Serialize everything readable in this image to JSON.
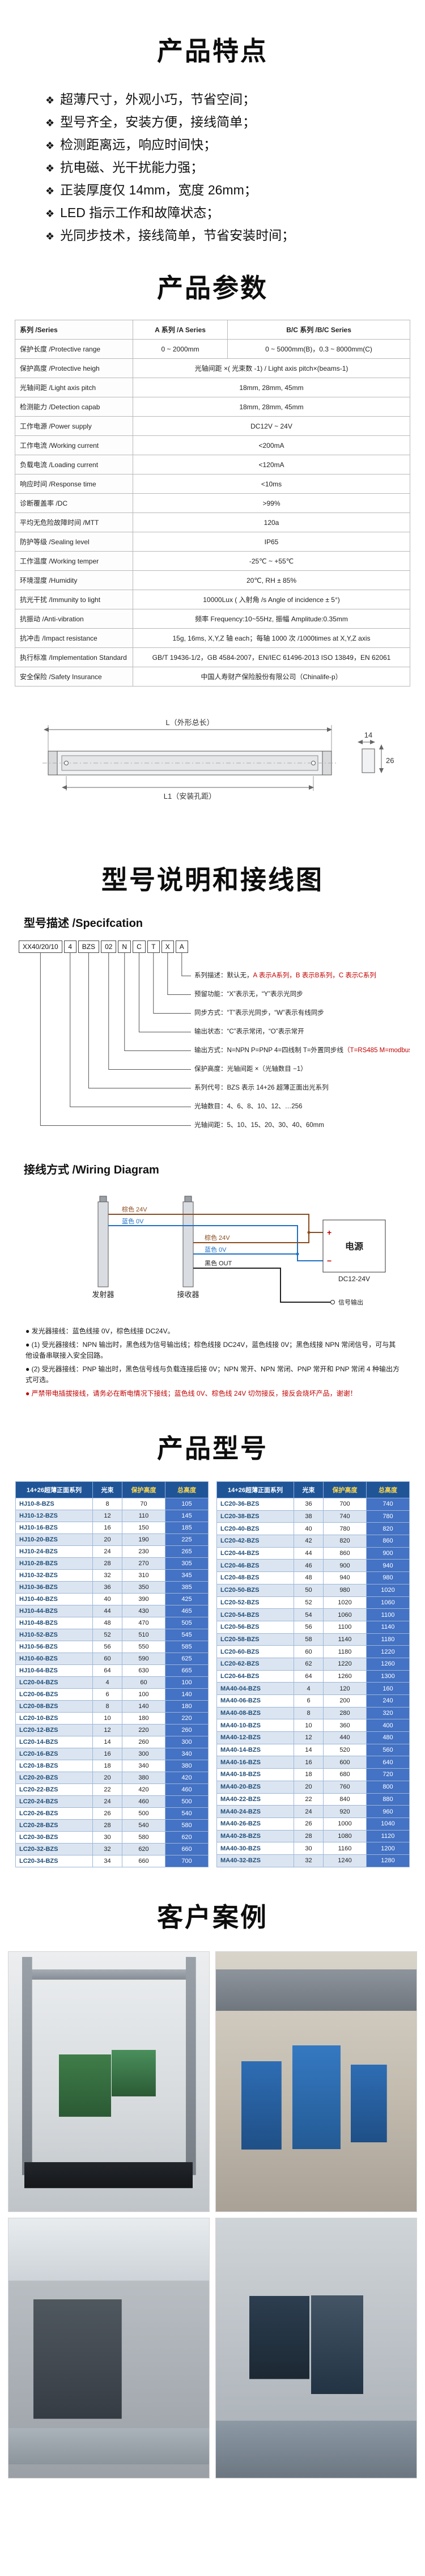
{
  "colors": {
    "accent_blue": "#2e75b6",
    "table_header_blue": "#1f5597",
    "cell_blue": "#4472c4",
    "row_alt_blue": "#dbe5f1",
    "warning_red": "#c00000",
    "header_yellow": "#ffd94d",
    "wire_brown": "#8a4b1e",
    "wire_blue": "#1f6fc4"
  },
  "features": {
    "title": "产品特点",
    "bullet": "❖",
    "items": [
      "超薄尺寸，外观小巧，节省空间；",
      "型号齐全，安装方便，接线简单；",
      "检测距离远，响应时间快；",
      "抗电磁、光干扰能力强；",
      "正装厚度仅 14mm，宽度 26mm；",
      "LED 指示工作和故障状态；",
      "光同步技术，接线简单，节省安装时间；"
    ]
  },
  "parameters": {
    "title": "产品参数",
    "rows": [
      [
        "系列 /Series",
        "A 系列 /A Series",
        "B/C 系列 /B/C Series"
      ],
      [
        "保护长度 /Protective range",
        "0 ~ 2000mm",
        "0 ~ 5000mm(B)，0.3 ~ 8000mm(C)"
      ],
      [
        "保护高度 /Protective heigh",
        "光轴间距 ×( 光束数 -1) / Light axis pitch×(beams-1)",
        ""
      ],
      [
        "光轴间距 /Light axis pitch",
        "18mm, 28mm, 45mm",
        ""
      ],
      [
        "检测能力 /Detection capab",
        "18mm, 28mm, 45mm",
        ""
      ],
      [
        "工作电源 /Power supply",
        "DC12V ~ 24V",
        ""
      ],
      [
        "工作电流 /Working current",
        "<200mA",
        ""
      ],
      [
        "负载电流 /Loading current",
        "<120mA",
        ""
      ],
      [
        "响应时间 /Response time",
        "<10ms",
        ""
      ],
      [
        "诊断覆盖率 /DC",
        ">99%",
        ""
      ],
      [
        "平均无危险故障时间 /MTT",
        "120a",
        ""
      ],
      [
        "防护等级 /Sealing level",
        "IP65",
        ""
      ],
      [
        "工作温度 /Working temper",
        "-25℃ ~ +55℃",
        ""
      ],
      [
        "环境湿度 /Humidity",
        "20℃, RH ± 85%",
        ""
      ],
      [
        "抗光干扰 /Immunity to light",
        "10000Lux ( 入射角 /s Angle of incidence ± 5°)",
        ""
      ],
      [
        "抗振动 /Anti-vibration",
        "频率 Frequency:10~55Hz, 振幅 Amplitude:0.35mm",
        ""
      ],
      [
        "抗冲击 /Impact resistance",
        "15g, 16ms, X,Y,Z 轴 each；每轴 1000 次 /1000times at X,Y,Z axis",
        ""
      ],
      [
        "执行标准 /Implementation Standard",
        "GB/T 19436-1/2，GB 4584-2007，EN/IEC 61496-2013 ISO 13849，EN 62061",
        ""
      ],
      [
        "安全保险 /Safety Insurance",
        "中国人寿财产保险股份有限公司（Chinalife-p）",
        ""
      ]
    ]
  },
  "drawing": {
    "length_label": "L（外形总长）",
    "hole_label": "L1（安装孔距）",
    "depth_label": "14",
    "width_label": "26"
  },
  "model_section": {
    "title": "型号说明和接线图",
    "spec_label": "型号描述 /Specifcation",
    "code_boxes": [
      "XX40/20/10",
      "4",
      "BZS",
      "02",
      "N",
      "C",
      "T",
      "X",
      "A"
    ],
    "annotations": [
      {
        "segs": [
          {
            "t": "系列描述：默认无，"
          },
          {
            "t": "A 表示A系列，B 表示B系列，C 表示C系列",
            "c": "r"
          }
        ]
      },
      {
        "segs": [
          {
            "t": "预留功能：“X”表示无，“Y”表示光同步"
          }
        ]
      },
      {
        "segs": [
          {
            "t": "同步方式：“T”表示光同步，“W”表示有线同步"
          }
        ]
      },
      {
        "segs": [
          {
            "t": "输出状态：“C”表示常闭，“O”表示常开"
          }
        ]
      },
      {
        "segs": [
          {
            "t": "输出方式：N=NPN  P=PNP  4=四线制  T=外置同步线"
          },
          {
            "t": "（T=RS485 M=modbus L=4-20mA（量程可选））",
            "c": "r"
          }
        ]
      },
      {
        "segs": [
          {
            "t": "保护高度：光轴间距 ×（光轴数目 −1）"
          }
        ]
      },
      {
        "segs": [
          {
            "t": "系列代号：BZS 表示 14+26 超薄正面出光系列"
          }
        ]
      },
      {
        "segs": [
          {
            "t": "光轴数目：4、6、8、10、12、…256"
          }
        ]
      },
      {
        "segs": [
          {
            "t": "光轴间距：5、10、15、20、30、40、60mm"
          }
        ]
      }
    ],
    "wiring_label": "接线方式 /Wiring Diagram",
    "wiring": {
      "tx": "发射器",
      "rx": "接收器",
      "power": "电源",
      "plus": "+",
      "minus": "−",
      "volt": "DC12-24V",
      "brown": "棕色 24V",
      "blue": "蓝色 0V",
      "black": "黑色 OUT",
      "out": "信号输出"
    },
    "notes": [
      {
        "text": "● 发光器接线：蓝色线接 0V，棕色线接 DC24V。",
        "red": false
      },
      {
        "text": "● (1) 受光器接线：NPN 输出时，黑色线为信号输出线；棕色线接 DC24V，蓝色线接 0V；黑色线接 NPN 常闭信号，可与其他设备串联接入安全回路。",
        "red": false
      },
      {
        "text": "● (2) 受光器接线：PNP 输出时，黑色信号线与负载连接后接 0V；NPN 常开、NPN 常闭、PNP 常开和 PNP 常闭 4 种输出方式可选。",
        "red": false
      },
      {
        "text": "● 严禁带电插拔接线，请务必在断电情况下接线；蓝色线 0V、棕色线 24V 切勿接反，接反会烧坏产品，谢谢！",
        "red": true
      }
    ]
  },
  "models": {
    "title": "产品型号",
    "header": [
      "14+26超薄正面系列",
      "光束",
      "保护高度",
      "总高度"
    ],
    "left_rows": [
      [
        "HJ10-8-BZS",
        "8",
        "70",
        "105"
      ],
      [
        "HJ10-12-BZS",
        "12",
        "110",
        "145"
      ],
      [
        "HJ10-16-BZS",
        "16",
        "150",
        "185"
      ],
      [
        "HJ10-20-BZS",
        "20",
        "190",
        "225"
      ],
      [
        "HJ10-24-BZS",
        "24",
        "230",
        "265"
      ],
      [
        "HJ10-28-BZS",
        "28",
        "270",
        "305"
      ],
      [
        "HJ10-32-BZS",
        "32",
        "310",
        "345"
      ],
      [
        "HJ10-36-BZS",
        "36",
        "350",
        "385"
      ],
      [
        "HJ10-40-BZS",
        "40",
        "390",
        "425"
      ],
      [
        "HJ10-44-BZS",
        "44",
        "430",
        "465"
      ],
      [
        "HJ10-48-BZS",
        "48",
        "470",
        "505"
      ],
      [
        "HJ10-52-BZS",
        "52",
        "510",
        "545"
      ],
      [
        "HJ10-56-BZS",
        "56",
        "550",
        "585"
      ],
      [
        "HJ10-60-BZS",
        "60",
        "590",
        "625"
      ],
      [
        "HJ10-64-BZS",
        "64",
        "630",
        "665"
      ],
      [
        "LC20-04-BZS",
        "4",
        "60",
        "100"
      ],
      [
        "LC20-06-BZS",
        "6",
        "100",
        "140"
      ],
      [
        "LC20-08-BZS",
        "8",
        "140",
        "180"
      ],
      [
        "LC20-10-BZS",
        "10",
        "180",
        "220"
      ],
      [
        "LC20-12-BZS",
        "12",
        "220",
        "260"
      ],
      [
        "LC20-14-BZS",
        "14",
        "260",
        "300"
      ],
      [
        "LC20-16-BZS",
        "16",
        "300",
        "340"
      ],
      [
        "LC20-18-BZS",
        "18",
        "340",
        "380"
      ],
      [
        "LC20-20-BZS",
        "20",
        "380",
        "420"
      ],
      [
        "LC20-22-BZS",
        "22",
        "420",
        "460"
      ],
      [
        "LC20-24-BZS",
        "24",
        "460",
        "500"
      ],
      [
        "LC20-26-BZS",
        "26",
        "500",
        "540"
      ],
      [
        "LC20-28-BZS",
        "28",
        "540",
        "580"
      ],
      [
        "LC20-30-BZS",
        "30",
        "580",
        "620"
      ],
      [
        "LC20-32-BZS",
        "32",
        "620",
        "660"
      ],
      [
        "LC20-34-BZS",
        "34",
        "660",
        "700"
      ]
    ],
    "right_rows": [
      [
        "LC20-36-BZS",
        "36",
        "700",
        "740"
      ],
      [
        "LC20-38-BZS",
        "38",
        "740",
        "780"
      ],
      [
        "LC20-40-BZS",
        "40",
        "780",
        "820"
      ],
      [
        "LC20-42-BZS",
        "42",
        "820",
        "860"
      ],
      [
        "LC20-44-BZS",
        "44",
        "860",
        "900"
      ],
      [
        "LC20-46-BZS",
        "46",
        "900",
        "940"
      ],
      [
        "LC20-48-BZS",
        "48",
        "940",
        "980"
      ],
      [
        "LC20-50-BZS",
        "50",
        "980",
        "1020"
      ],
      [
        "LC20-52-BZS",
        "52",
        "1020",
        "1060"
      ],
      [
        "LC20-54-BZS",
        "54",
        "1060",
        "1100"
      ],
      [
        "LC20-56-BZS",
        "56",
        "1100",
        "1140"
      ],
      [
        "LC20-58-BZS",
        "58",
        "1140",
        "1180"
      ],
      [
        "LC20-60-BZS",
        "60",
        "1180",
        "1220"
      ],
      [
        "LC20-62-BZS",
        "62",
        "1220",
        "1260"
      ],
      [
        "LC20-64-BZS",
        "64",
        "1260",
        "1300"
      ],
      [
        "MA40-04-BZS",
        "4",
        "120",
        "160"
      ],
      [
        "MA40-06-BZS",
        "6",
        "200",
        "240"
      ],
      [
        "MA40-08-BZS",
        "8",
        "280",
        "320"
      ],
      [
        "MA40-10-BZS",
        "10",
        "360",
        "400"
      ],
      [
        "MA40-12-BZS",
        "12",
        "440",
        "480"
      ],
      [
        "MA40-14-BZS",
        "14",
        "520",
        "560"
      ],
      [
        "MA40-16-BZS",
        "16",
        "600",
        "640"
      ],
      [
        "MA40-18-BZS",
        "18",
        "680",
        "720"
      ],
      [
        "MA40-20-BZS",
        "20",
        "760",
        "800"
      ],
      [
        "MA40-22-BZS",
        "22",
        "840",
        "880"
      ],
      [
        "MA40-24-BZS",
        "24",
        "920",
        "960"
      ],
      [
        "MA40-26-BZS",
        "26",
        "1000",
        "1040"
      ],
      [
        "MA40-28-BZS",
        "28",
        "1080",
        "1120"
      ],
      [
        "MA40-30-BZS",
        "30",
        "1160",
        "1200"
      ],
      [
        "MA40-32-BZS",
        "32",
        "1240",
        "1280"
      ]
    ]
  },
  "cases": {
    "title": "客户案例",
    "photos": [
      "case-photo-1",
      "case-photo-2",
      "case-photo-3",
      "case-photo-4"
    ]
  }
}
